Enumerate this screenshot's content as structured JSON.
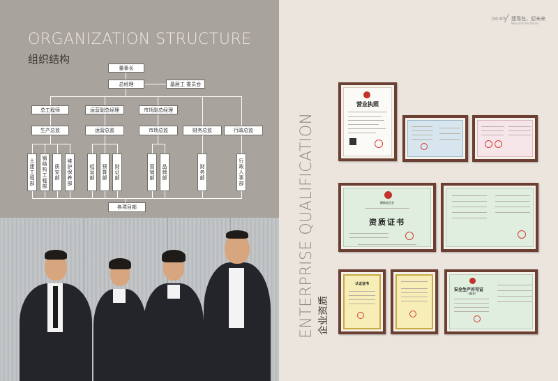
{
  "header": {
    "page_numbers": "04-05",
    "slogan": "建现在，迎未来",
    "slogan_en": "Now and the future"
  },
  "org_structure": {
    "title": "ORGANIZATION STRUCTURE",
    "subtitle": "组织结构",
    "chairman": "董事长",
    "general_manager": "总经理",
    "union": "基层工  委员会",
    "level2": [
      "总工程师",
      "运营副总经理",
      "市场副总经理"
    ],
    "level3": [
      "生产总监",
      "运营总监",
      "市场总监",
      "财务总监",
      "行政总监"
    ],
    "departments": [
      "土建工程部",
      "钢结构工程部",
      "质安部",
      "维护保养部",
      "经营部",
      "预算部",
      "财证部",
      "营销部",
      "品牌部",
      "财务部",
      "行政人事部"
    ],
    "bottom": "各项目部"
  },
  "qualification": {
    "title": "ENTERPRISE QUALIFICATION",
    "subtitle": "企业资质",
    "certificates": {
      "business_license": "营业执照",
      "qualification_cert": "资质证书",
      "qualification_header": "建筑业企业",
      "safety_permit": "安全生产许可证",
      "safety_permit_note": "（副本）",
      "cert_registration": "认证证书"
    }
  },
  "colors": {
    "left_bg": "#a8a39c",
    "right_bg": "#ece5de",
    "frame": "#6b4033",
    "seal_red": "#d23b35"
  }
}
